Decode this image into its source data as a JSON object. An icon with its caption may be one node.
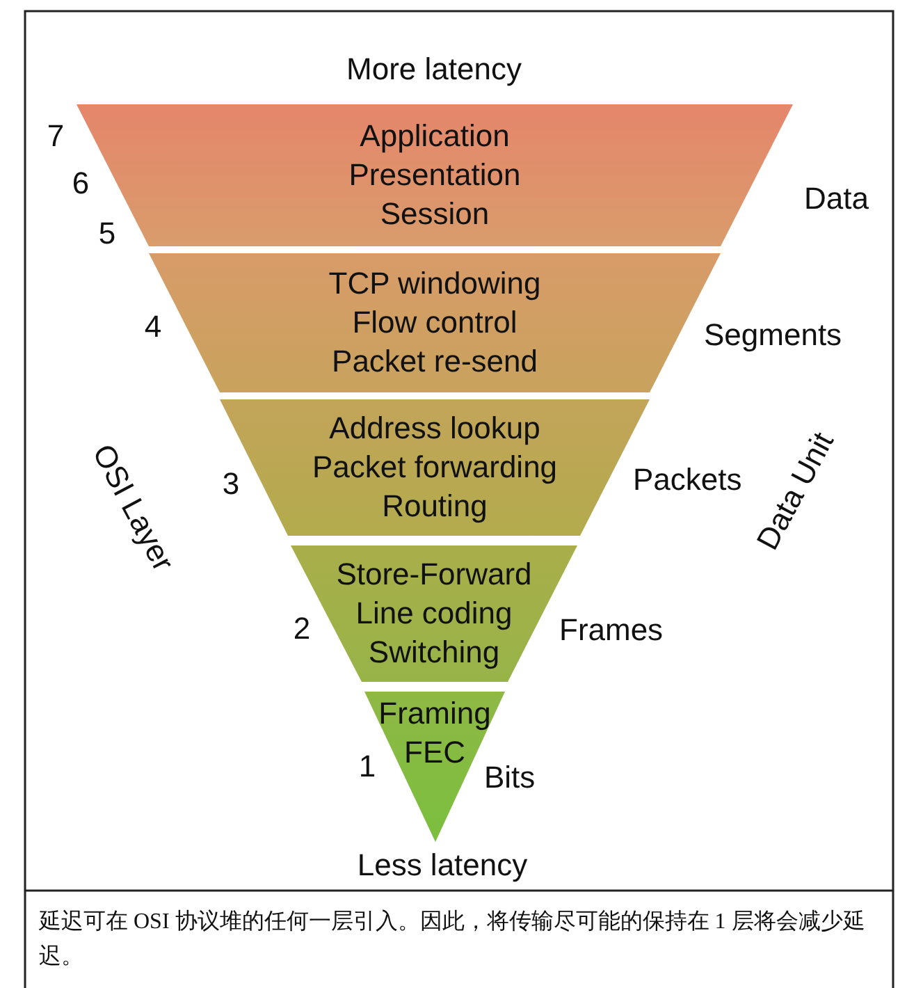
{
  "diagram": {
    "caption": "延迟可在 OSI 协议堆的任何一层引入。因此，将传输尽可能的保持在 1 层将会减少延迟。",
    "nodes": [
      {
        "text": [
          "Application",
          "Presentation",
          "Session"
        ],
        "beside": [
          "Data"
        ]
      },
      {
        "text": [
          "TCP windowing",
          "Flow control",
          "Packet re-send"
        ],
        "beside": [
          "Segments"
        ]
      },
      {
        "text": [
          "Address lookup",
          "Packet forwarding",
          "Routing"
        ],
        "beside": [
          "Packets"
        ]
      },
      {
        "text": [
          "Store-Forward",
          "Line coding",
          "Switching"
        ],
        "beside": [
          "Frames"
        ]
      },
      {
        "text": [
          "Framing",
          "FEC"
        ],
        "beside": [
          "Bits"
        ]
      }
    ],
    "edges": [],
    "labels": [
      "More latency",
      "7",
      "6",
      "5",
      "4",
      "OSI Layer",
      "3",
      "Data Unit",
      "2",
      "1",
      "Less latency"
    ]
  }
}
